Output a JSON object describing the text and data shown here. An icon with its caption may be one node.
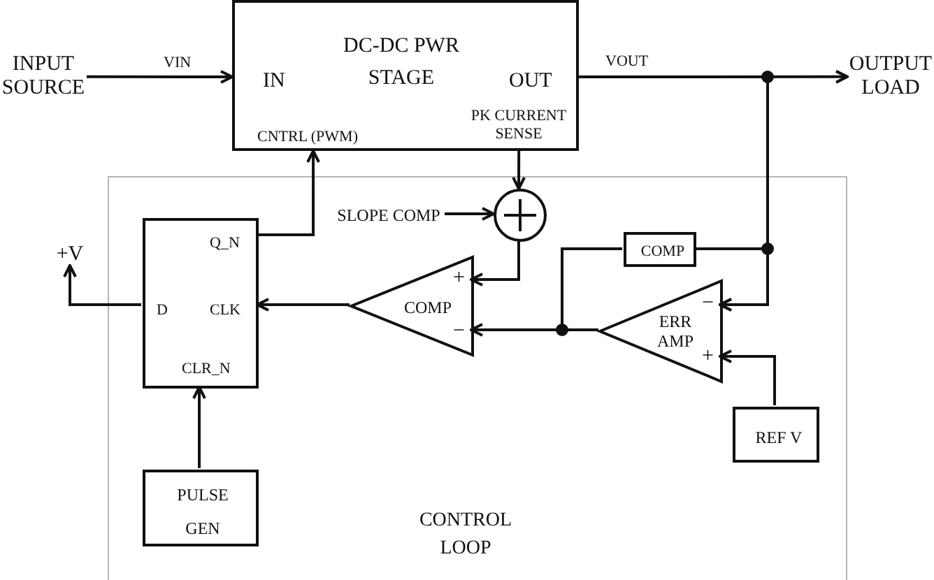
{
  "diagram": {
    "nodes": [
      {
        "text": [
          "INPUT SOURCE"
        ]
      },
      {
        "text": [
          "DC-DC PWR STAGE",
          "IN",
          "OUT",
          "CNTRL (PWM)",
          "PK CURRENT SENSE"
        ]
      },
      {
        "text": [
          "OUTPUT LOAD"
        ]
      },
      {
        "text": [
          "CONTROL LOOP"
        ]
      },
      {
        "text": [
          "+V"
        ]
      },
      {
        "text": [
          "Q_N",
          "D",
          "CLK",
          "CLR_N"
        ],
        "in": 3
      },
      {
        "text": [
          "SLOPE COMP"
        ],
        "in": 3
      },
      {
        "text": [],
        "shape": "circle",
        "in": 3
      },
      {
        "text": [
          "COMP"
        ],
        "in": 3
      },
      {
        "text": [
          "+",
          "COMP",
          "−"
        ],
        "in": 3
      },
      {
        "text": [
          "−",
          "ERR AMP",
          "+"
        ],
        "in": 3
      },
      {
        "text": [
          "REF V"
        ],
        "in": 3
      },
      {
        "text": [
          "PULSE GEN"
        ],
        "in": 3
      }
    ],
    "edges": [
      {
        "from": 0,
        "to": 1,
        "arrow": "to",
        "label": "VIN"
      },
      {
        "from": 1,
        "to": 2,
        "arrow": "to",
        "label": "VOUT"
      },
      {
        "from": 5,
        "to": 1,
        "arrow": "to"
      },
      {
        "from": 1,
        "to": 7,
        "arrow": "to"
      },
      {
        "from": 6,
        "to": 7,
        "arrow": "to"
      },
      {
        "from": 7,
        "to": 9,
        "arrow": "to"
      },
      {
        "from": 9,
        "to": 5,
        "arrow": "to"
      },
      {
        "from": 10,
        "to": 9,
        "arrow": "to"
      },
      {
        "from": 10,
        "to": 8,
        "arrow": "none"
      },
      {
        "from": 8,
        "to": 10,
        "arrow": "to"
      },
      {
        "from": 1,
        "to": 10,
        "arrow": "to"
      },
      {
        "from": 11,
        "to": 10,
        "arrow": "to"
      },
      {
        "from": 12,
        "to": 5,
        "arrow": "to"
      },
      {
        "from": 5,
        "to": 4,
        "arrow": "to"
      }
    ]
  }
}
